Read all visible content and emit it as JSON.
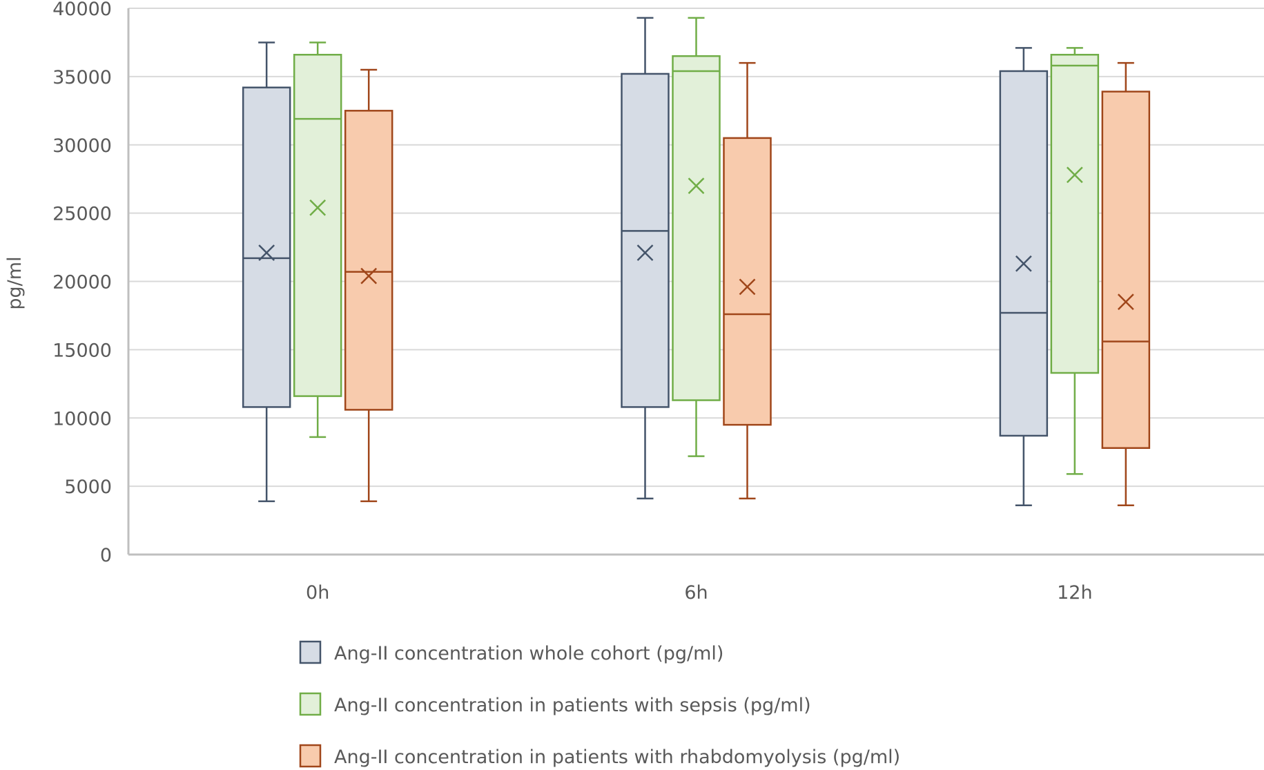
{
  "chart_data": {
    "type": "box",
    "ylabel": "pg/ml",
    "ylim": [
      0,
      40000
    ],
    "yticks": [
      0,
      5000,
      10000,
      15000,
      20000,
      25000,
      30000,
      35000,
      40000
    ],
    "grid": true,
    "legend_position": "bottom",
    "categories": [
      "0h",
      "6h",
      "12h"
    ],
    "series": [
      {
        "name": "Ang-II concentration whole cohort  (pg/ml)",
        "color": "#44546a",
        "fill": "#d6dce5",
        "boxes": [
          {
            "min": 3900,
            "q1": 10800,
            "median": 21700,
            "q3": 34200,
            "max": 37500,
            "mean": 22100
          },
          {
            "min": 4100,
            "q1": 10800,
            "median": 23700,
            "q3": 35200,
            "max": 39300,
            "mean": 22100
          },
          {
            "min": 3600,
            "q1": 8700,
            "median": 17700,
            "q3": 35400,
            "max": 37100,
            "mean": 21300
          }
        ]
      },
      {
        "name": "Ang-II concentration in patients with sepsis (pg/ml)",
        "color": "#70ad47",
        "fill": "#e2f0d9",
        "boxes": [
          {
            "min": 8600,
            "q1": 11600,
            "median": 31900,
            "q3": 36600,
            "max": 37500,
            "mean": 25400
          },
          {
            "min": 7200,
            "q1": 11300,
            "median": 35400,
            "q3": 36500,
            "max": 39300,
            "mean": 27000
          },
          {
            "min": 5900,
            "q1": 13300,
            "median": 35800,
            "q3": 36600,
            "max": 37100,
            "mean": 27800
          }
        ]
      },
      {
        "name": "Ang-II concentration in patients with rhabdomyolysis (pg/ml)",
        "color": "#a0461a",
        "fill": "#f8cbad",
        "boxes": [
          {
            "min": 3900,
            "q1": 10600,
            "median": 20700,
            "q3": 32500,
            "max": 35500,
            "mean": 20400
          },
          {
            "min": 4100,
            "q1": 9500,
            "median": 17600,
            "q3": 30500,
            "max": 36000,
            "mean": 19600
          },
          {
            "min": 3600,
            "q1": 7800,
            "median": 15600,
            "q3": 33900,
            "max": 36000,
            "mean": 18500
          }
        ]
      }
    ]
  }
}
